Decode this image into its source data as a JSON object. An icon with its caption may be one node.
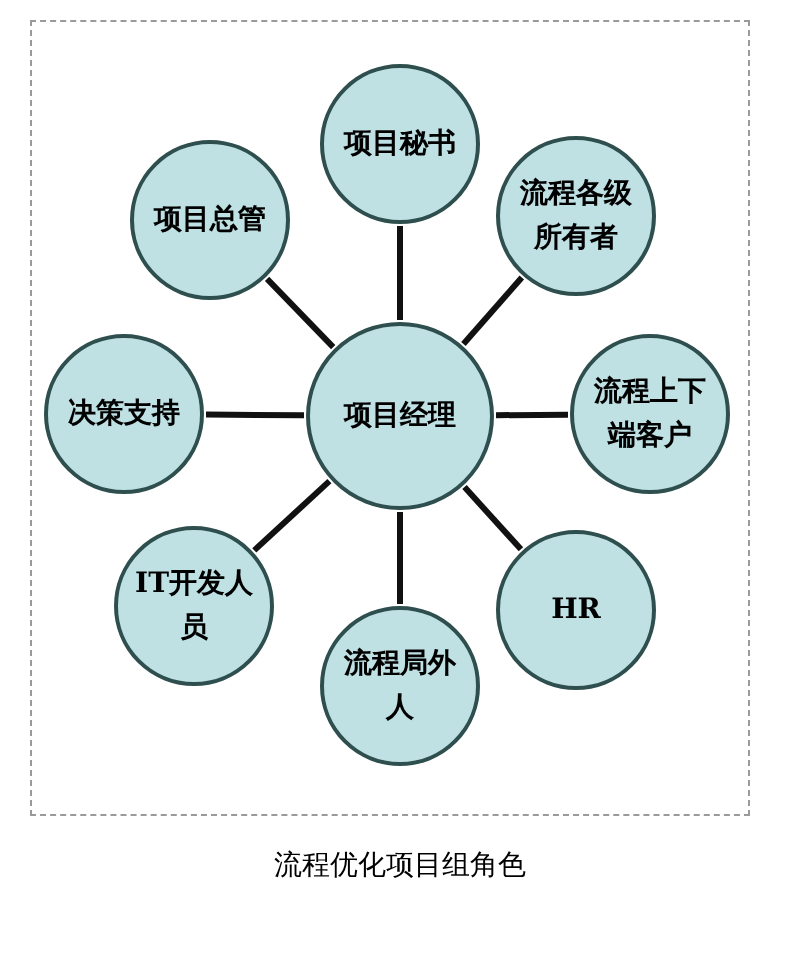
{
  "diagram": {
    "caption": "流程优化项目组角色",
    "nodes": [
      {
        "text": [
          "项目秘书"
        ]
      },
      {
        "text": [
          "项目总管"
        ]
      },
      {
        "text": [
          "流程各级所有者"
        ]
      },
      {
        "text": [
          "决策支持"
        ]
      },
      {
        "text": [
          "项目经理"
        ]
      },
      {
        "text": [
          "流程上下端客户"
        ]
      },
      {
        "text": [
          "IT开发人员"
        ]
      },
      {
        "text": [
          "HR"
        ]
      },
      {
        "text": [
          "流程局外人"
        ]
      }
    ],
    "edges": [
      {
        "from": 4,
        "to": 0,
        "arrow": "none"
      },
      {
        "from": 4,
        "to": 1,
        "arrow": "none"
      },
      {
        "from": 4,
        "to": 2,
        "arrow": "none"
      },
      {
        "from": 4,
        "to": 3,
        "arrow": "none"
      },
      {
        "from": 4,
        "to": 5,
        "arrow": "none"
      },
      {
        "from": 4,
        "to": 6,
        "arrow": "none"
      },
      {
        "from": 4,
        "to": 7,
        "arrow": "none"
      },
      {
        "from": 4,
        "to": 8,
        "arrow": "none"
      }
    ]
  }
}
